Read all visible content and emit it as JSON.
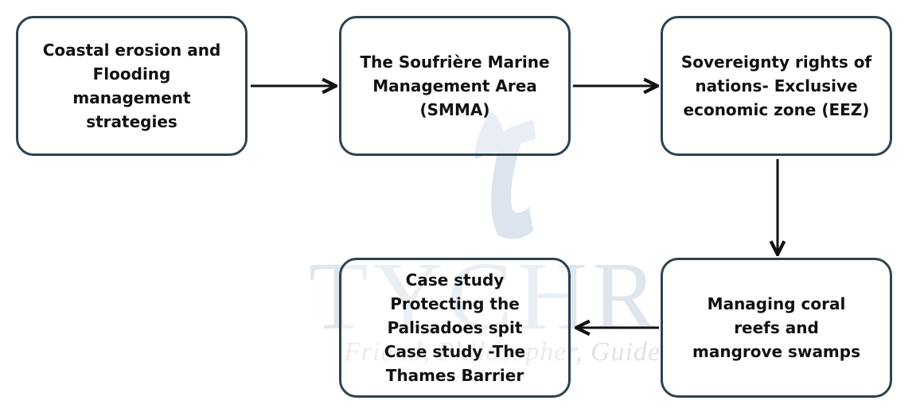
{
  "watermark": {
    "brand": "TYCHR",
    "tagline": "Friend, Philosopher, Guide"
  },
  "nodes": [
    {
      "id": "coastal-erosion",
      "label": "Coastal erosion and\nFlooding\nmanagement\nstrategies"
    },
    {
      "id": "smma",
      "label": "The Soufrière Marine\nManagement Area\n(SMMA)"
    },
    {
      "id": "eez",
      "label": "Sovereignty rights of\nnations- Exclusive\neconomic zone (EEZ)"
    },
    {
      "id": "coral-mangrove",
      "label": "Managing coral\nreefs and\nmangrove swamps"
    },
    {
      "id": "case-studies",
      "label": "Case study\nProtecting the\nPalisadoes spit\nCase study -The\nThames Barrier"
    }
  ],
  "edges": [
    {
      "from": "coastal-erosion",
      "to": "smma"
    },
    {
      "from": "smma",
      "to": "eez"
    },
    {
      "from": "eez",
      "to": "coral-mangrove"
    },
    {
      "from": "coral-mangrove",
      "to": "case-studies"
    }
  ],
  "colors": {
    "box_border": "#2d4250",
    "arrow": "#111111",
    "watermark": "#dfe6ee"
  }
}
